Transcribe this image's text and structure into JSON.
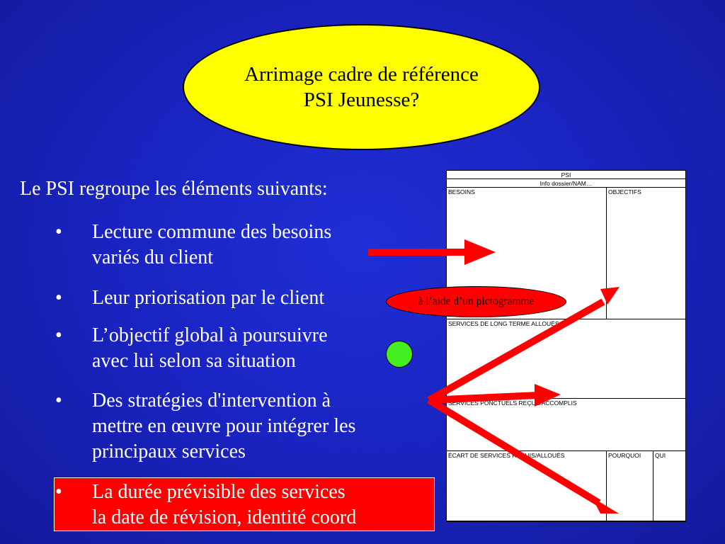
{
  "title": {
    "line1": "Arrimage cadre de référence",
    "line2": "PSI Jeunesse?"
  },
  "intro": "Le PSI regroupe les éléments suivants:",
  "bullets": [
    {
      "dot": "•",
      "lines": [
        "Lecture commune des besoins",
        "variés du client"
      ]
    },
    {
      "dot": "•",
      "lines": [
        "Leur priorisation par le client"
      ]
    },
    {
      "dot": "•",
      "lines": [
        "L’objectif global à poursuivre",
        "avec lui selon sa situation"
      ]
    },
    {
      "dot": "•",
      "lines": [
        "Des stratégies d'intervention à",
        "mettre en œuvre pour intégrer les",
        "principaux services"
      ]
    },
    {
      "dot": "•",
      "lines": [
        "La durée prévisible des services",
        "la date de révision, identité coord"
      ]
    }
  ],
  "annotation": "à l’aide d’un pictogramme",
  "form": {
    "header": "PSI",
    "info": "Info dossier/NAM…",
    "besoins": "BESOINS",
    "objectifs": "OBJECTIFS",
    "services_long_terme": "SERVICES DE LONG TERME ALLOUÉS",
    "services_ponctuels": "SERVICES PONCTUELS REÇUS/ACCOMPLIS",
    "ecart": "ÉCART DE SERVICES REQUIS/ALLOUÉS",
    "pourquoi": "POURQUOI",
    "qui": "QUI"
  },
  "colors": {
    "background": "#1a24c2",
    "ellipse": "#ffff00",
    "arrow": "#ff0000",
    "dot": "#44ee22"
  }
}
